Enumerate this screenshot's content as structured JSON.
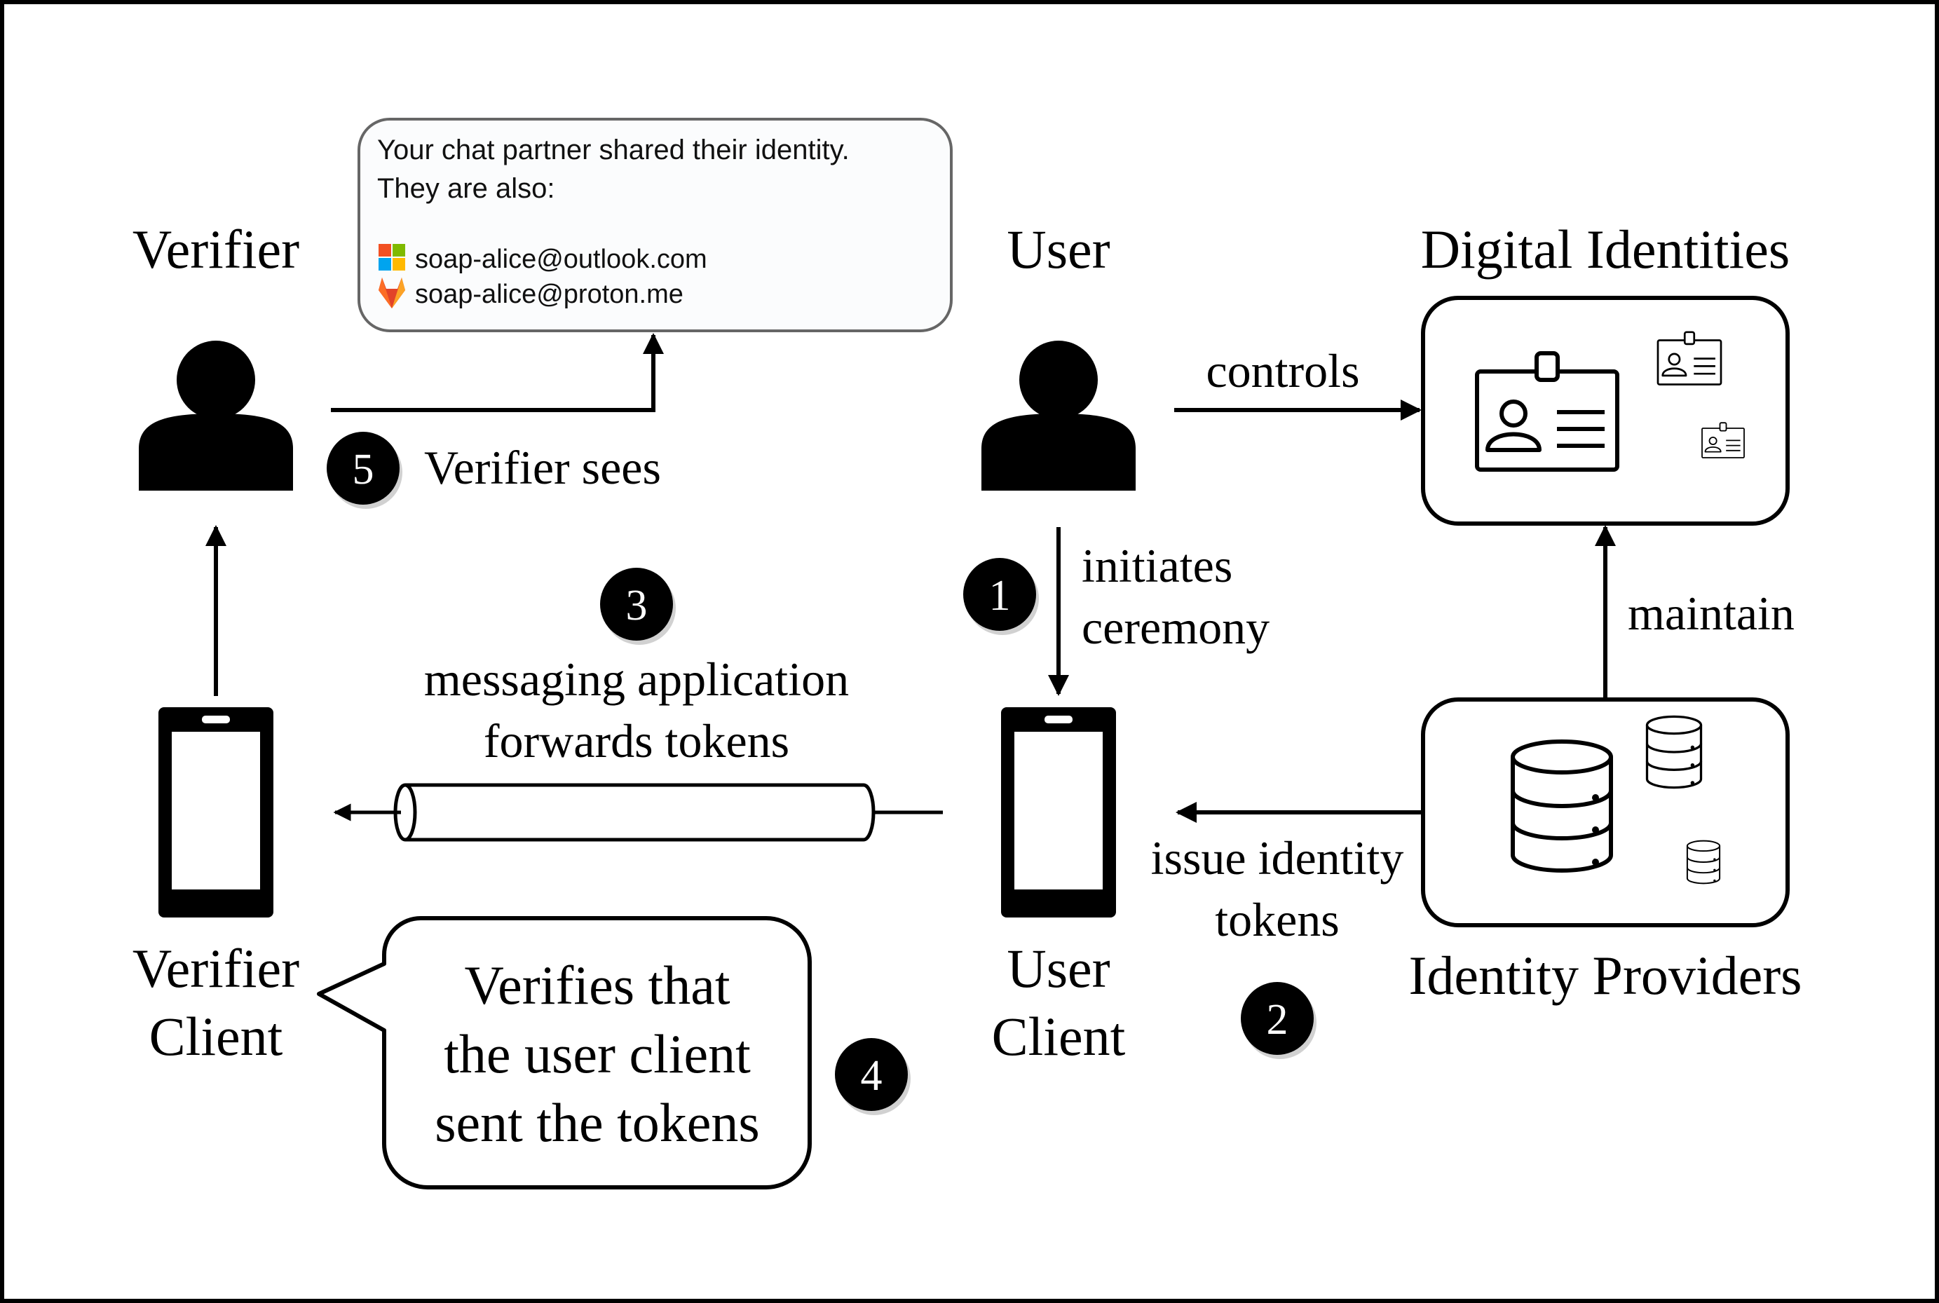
{
  "actors": {
    "verifier": "Verifier",
    "user": "User",
    "verifier_client": [
      "Verifier",
      "Client"
    ],
    "user_client": [
      "User",
      "Client"
    ],
    "digital_identities": "Digital Identities",
    "identity_providers": "Identity Providers"
  },
  "edges": {
    "controls": "controls",
    "maintain": "maintain",
    "initiates": [
      "initiates",
      "ceremony"
    ],
    "issue": [
      "issue identity",
      "tokens"
    ],
    "messaging": [
      "messaging application",
      "forwards tokens"
    ],
    "verifier_sees": "Verifier sees"
  },
  "steps": [
    "1",
    "2",
    "3",
    "4",
    "5"
  ],
  "verify_bubble": [
    "Verifies that",
    "the user client",
    "sent the tokens"
  ],
  "popup": {
    "line1": "Your chat partner shared their identity.",
    "line2": "They are also:",
    "identities": [
      {
        "icon": "microsoft-icon",
        "text": "soap-alice@outlook.com"
      },
      {
        "icon": "gitlab-icon",
        "text": "soap-alice@proton.me"
      }
    ]
  },
  "colors": {
    "ms_red": "#f25022",
    "ms_green": "#7fba00",
    "ms_blue": "#00a4ef",
    "ms_yellow": "#ffb900",
    "gitlab_orange": "#fc6d26",
    "gitlab_red": "#e24329",
    "gitlab_light": "#fca326"
  }
}
